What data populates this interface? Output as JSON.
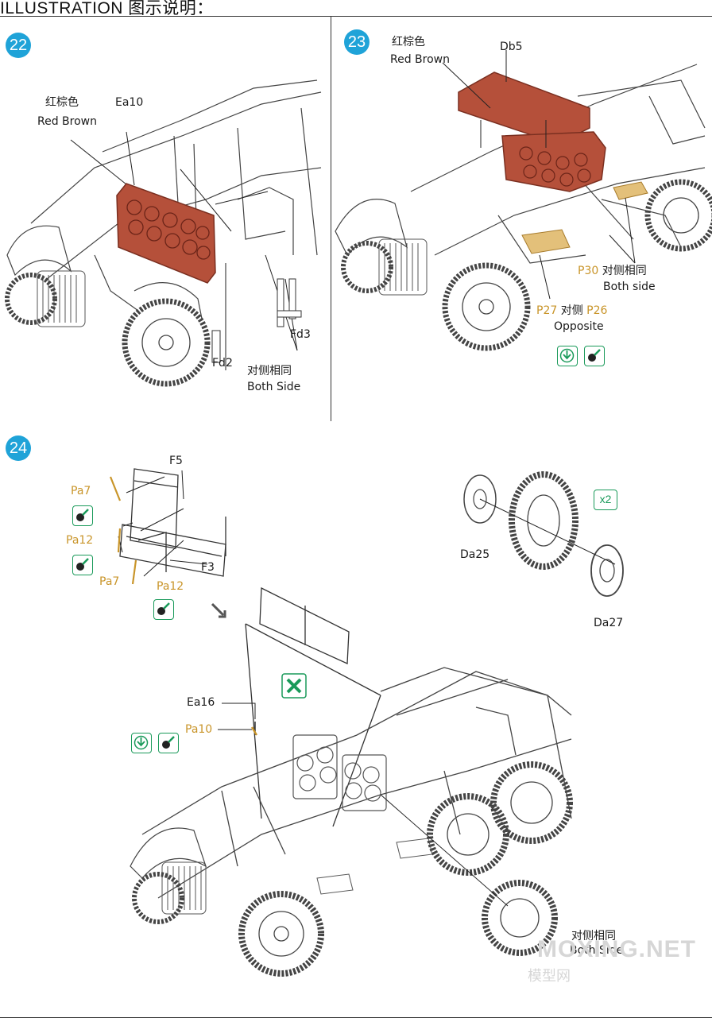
{
  "header": {
    "title": "ILLUSTRATION 图示说明："
  },
  "step22": {
    "num": "22",
    "color_cn": "红棕色",
    "color_en": "Red Brown",
    "part_ea10": "Ea10",
    "part_fd2": "Fd2",
    "part_fd3": "Fd3",
    "note_cn": "对侧相同",
    "note_en": "Both Side"
  },
  "step23": {
    "num": "23",
    "color_cn": "红棕色",
    "color_en": "Red Brown",
    "part_db5": "Db5",
    "part_p30": "P30",
    "note1_cn": "对侧相同",
    "note1_en": "Both side",
    "part_p27": "P27",
    "opp_cn": "对侧",
    "part_p26": "P26",
    "opp_en": "Opposite"
  },
  "step24": {
    "num": "24",
    "part_f5": "F5",
    "part_pa7a": "Pa7",
    "part_pa12a": "Pa12",
    "part_pa7b": "Pa7",
    "part_pa12b": "Pa12",
    "part_f3": "F3",
    "part_da25": "Da25",
    "part_da27": "Da27",
    "qty": "x2",
    "part_ea16": "Ea16",
    "part_pa10": "Pa10",
    "note_cn": "对侧相同",
    "note_en": "Both Side"
  },
  "watermark": {
    "site": "MOXING.NET",
    "cn": "模型网"
  },
  "colors": {
    "accent_blue": "#1fa3d8",
    "symbol_green": "#1a9a5a",
    "part_gold": "#c9952a",
    "red_brown": "#b5503a"
  },
  "icons": [
    "glue-icon",
    "paint-brush-icon",
    "remove-part-icon"
  ]
}
